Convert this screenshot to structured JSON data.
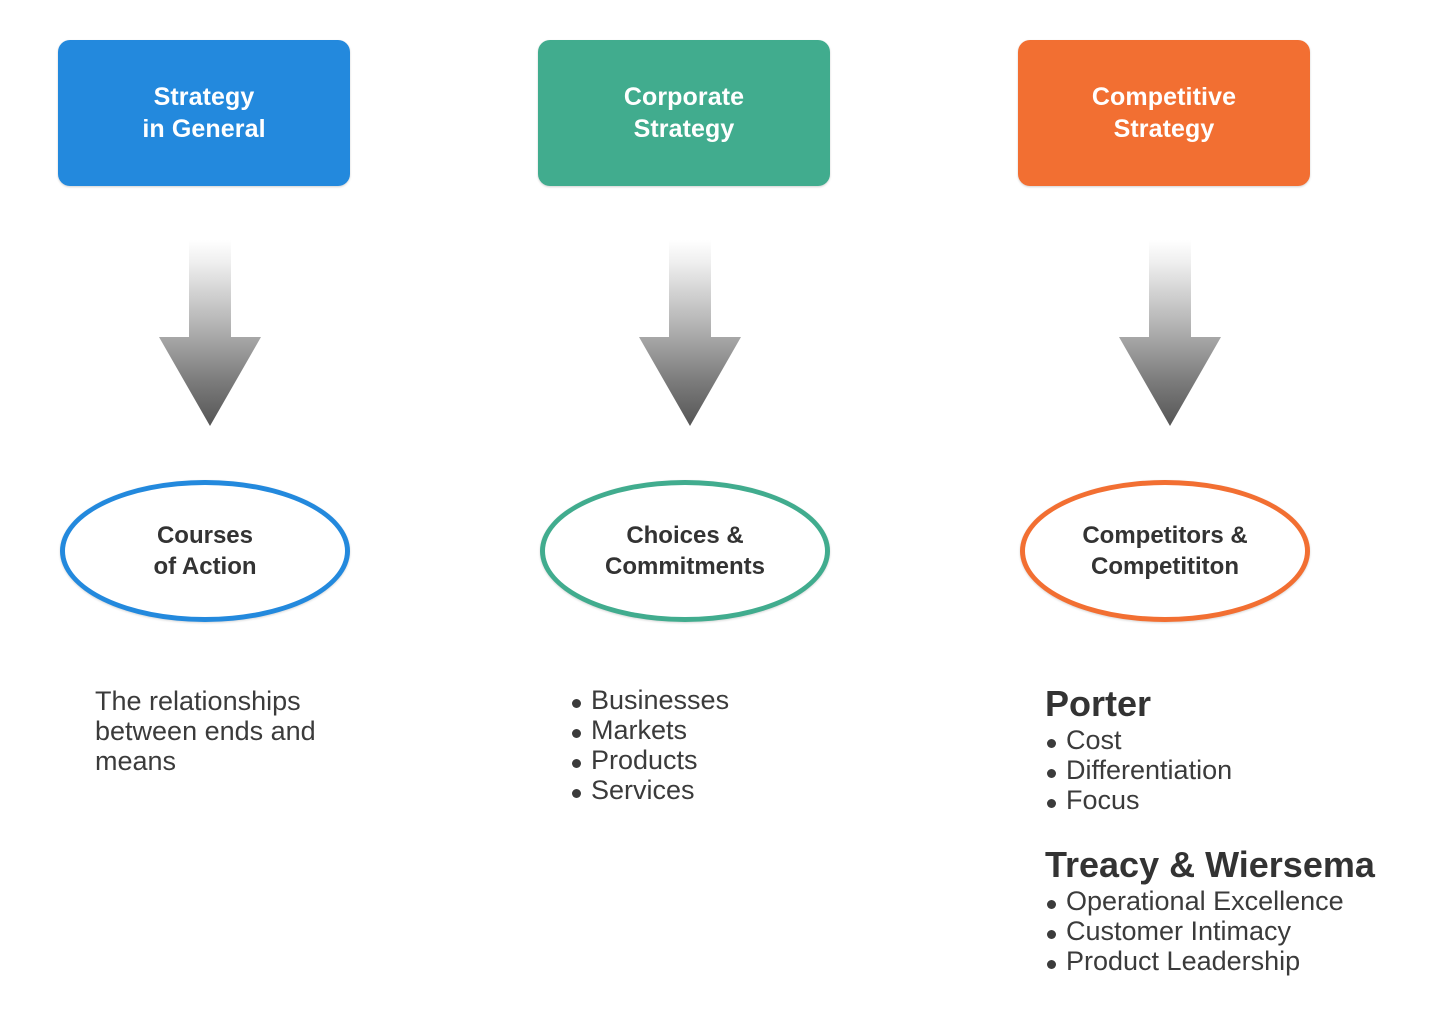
{
  "diagram": {
    "title": "Strategy levels diagram",
    "columns": [
      {
        "id": "strategy-in-general",
        "header": "Strategy\nin General",
        "header_color": "#2389DD",
        "ellipse": "Courses\nof Action",
        "ellipse_color": "#2389DD",
        "body_type": "paragraph",
        "paragraph": "The relationships between ends and means",
        "groups": []
      },
      {
        "id": "corporate-strategy",
        "header": "Corporate\nStrategy",
        "header_color": "#41AC8E",
        "ellipse": "Choices &\nCommitments",
        "ellipse_color": "#41AC8E",
        "body_type": "bullets",
        "paragraph": "",
        "groups": [
          {
            "heading": "",
            "items": [
              "Businesses",
              "Markets",
              "Products",
              "Services"
            ]
          }
        ]
      },
      {
        "id": "competitive-strategy",
        "header": "Competitive\nStrategy",
        "header_color": "#F26F32",
        "ellipse": "Competitors &\nCompetititon",
        "ellipse_color": "#F26F32",
        "body_type": "groups",
        "paragraph": "",
        "groups": [
          {
            "heading": "Porter",
            "items": [
              "Cost",
              "Differentiation",
              "Focus"
            ]
          },
          {
            "heading": "Treacy & Wiersema",
            "items": [
              "Operational Excellence",
              "Customer Intimacy",
              "Product Leadership"
            ]
          }
        ]
      }
    ],
    "arrow": {
      "name": "down-arrow-icon",
      "gradient_top": "#ffffff",
      "gradient_bottom": "#565656"
    },
    "text_color": "#3b3b3b"
  }
}
